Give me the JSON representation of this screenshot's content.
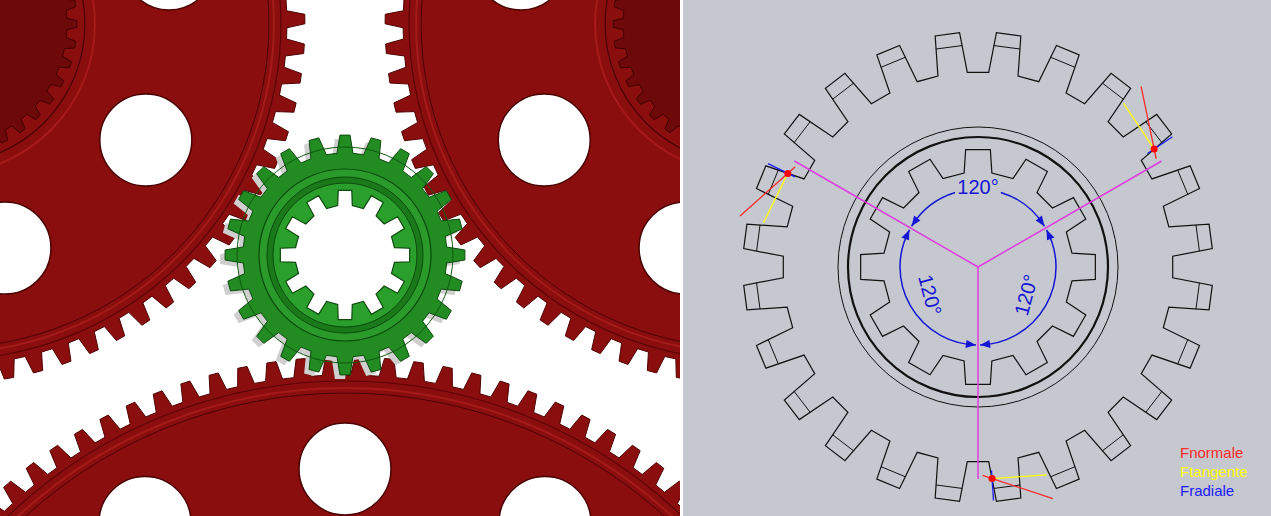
{
  "diagram": {
    "labels": [
      "120°",
      "120°",
      "120°"
    ],
    "legend": [
      {
        "text": "Fnormale",
        "color": "#ff2a2a"
      },
      {
        "text": "Ftangente",
        "color": "#ffff00"
      },
      {
        "text": "Fradiale",
        "color": "#1a1aff"
      }
    ]
  }
}
